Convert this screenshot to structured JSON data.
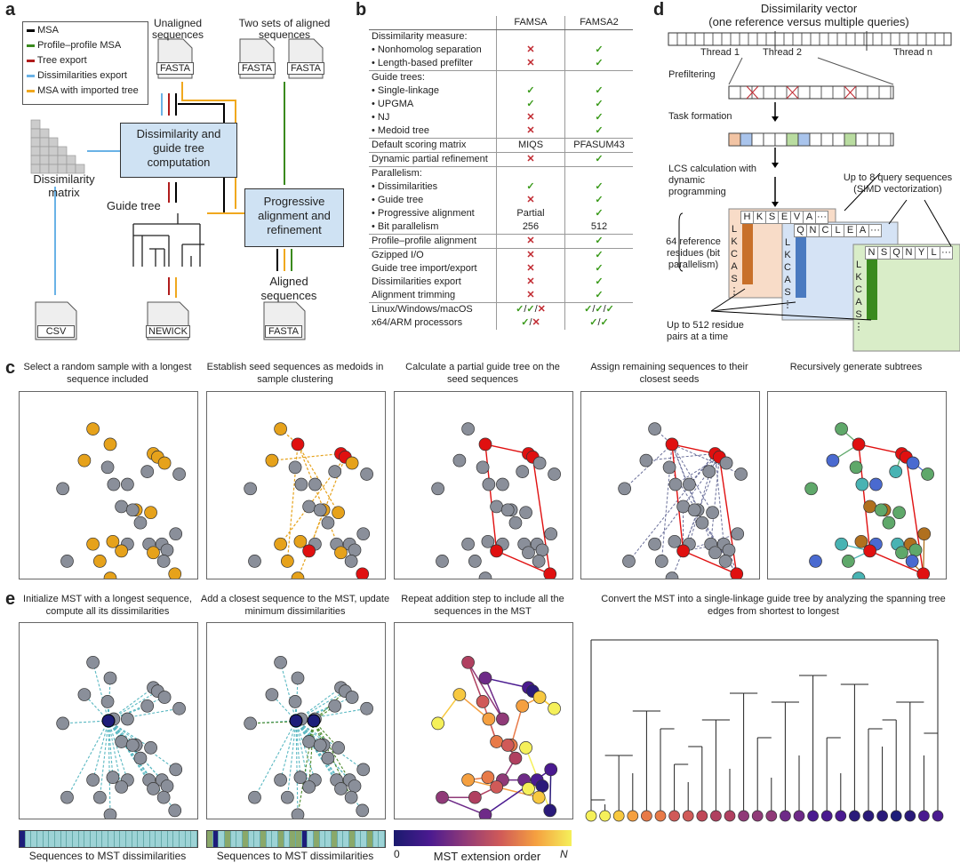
{
  "panel_letters": {
    "a": "a",
    "b": "b",
    "c": "c",
    "d": "d",
    "e": "e"
  },
  "colors": {
    "msa": "#000000",
    "profile": "#3a8a1e",
    "tree_export": "#b01c1c",
    "diss_export": "#6ab2e6",
    "imported_tree": "#f0a81e",
    "node_gray": "#8a8f9a",
    "node_orange": "#e6a21b",
    "node_red": "#e01010",
    "node_navy": "#1d1d7a",
    "box_blue": "#cfe2f3"
  },
  "panel_a": {
    "legend": [
      "MSA",
      "Profile–profile MSA",
      "Tree export",
      "Dissimilarities export",
      "MSA with imported tree"
    ],
    "unaligned": "Unaligned sequences",
    "two_sets": "Two sets of aligned sequences",
    "fasta": "FASTA",
    "box1": "Dissimilarity and guide tree computation",
    "box2": "Progressive alignment and refinement",
    "diss_matrix": "Dissimilarity matrix",
    "guide_tree": "Guide tree",
    "aligned": "Aligned sequences",
    "csv": "CSV",
    "newick": "NEWICK"
  },
  "panel_b": {
    "col1": "FAMSA",
    "col2": "FAMSA2",
    "rows": [
      {
        "label": "Dissimilarity measure:",
        "a": "",
        "b": "",
        "sep": true
      },
      {
        "label": "• Nonhomolog separation",
        "a": "✕",
        "b": "✓"
      },
      {
        "label": "• Length-based prefilter",
        "a": "✕",
        "b": "✓"
      },
      {
        "label": "Guide trees:",
        "a": "",
        "b": "",
        "sep": true
      },
      {
        "label": "• Single-linkage",
        "a": "✓",
        "b": "✓"
      },
      {
        "label": "• UPGMA",
        "a": "✓",
        "b": "✓"
      },
      {
        "label": "• NJ",
        "a": "✕",
        "b": "✓"
      },
      {
        "label": "• Medoid tree",
        "a": "✕",
        "b": "✓"
      },
      {
        "label": "Default scoring matrix",
        "a": "MIQS",
        "b": "PFASUM43",
        "sep": true
      },
      {
        "label": "Dynamic partial refinement",
        "a": "✕",
        "b": "✓",
        "sep": true
      },
      {
        "label": "Parallelism:",
        "a": "",
        "b": "",
        "sep": true
      },
      {
        "label": "• Dissimilarities",
        "a": "✓",
        "b": "✓"
      },
      {
        "label": "• Guide tree",
        "a": "✕",
        "b": "✓"
      },
      {
        "label": "• Progressive alignment",
        "a": "Partial",
        "b": "✓"
      },
      {
        "label": "• Bit parallelism",
        "a": "256",
        "b": "512"
      },
      {
        "label": "Profile–profile alignment",
        "a": "✕",
        "b": "✓",
        "sep": true
      },
      {
        "label": "Gzipped I/O",
        "a": "✕",
        "b": "✓",
        "sep": true
      },
      {
        "label": "Guide tree import/export",
        "a": "✕",
        "b": "✓"
      },
      {
        "label": "Dissimilarities export",
        "a": "✕",
        "b": "✓"
      },
      {
        "label": "Alignment trimming",
        "a": "✕",
        "b": "✓"
      },
      {
        "label": "Linux/Windows/macOS",
        "a": "✓/✓/✕",
        "b": "✓/✓/✓",
        "sep": true
      },
      {
        "label": "x64/ARM processors",
        "a": "✓/✕",
        "b": "✓/✓"
      }
    ]
  },
  "panel_d": {
    "title": "Dissimilarity vector",
    "subtitle": "(one reference versus multiple queries)",
    "thread1": "Thread 1",
    "thread2": "Thread 2",
    "threadn": "Thread n",
    "dots": "···",
    "prefiltering": "Prefiltering",
    "task_formation": "Task formation",
    "lcs": "LCS calculation with dynamic programming",
    "upto8": "Up to 8 query sequences (SIMD vectorization)",
    "ref64": "64 reference residues (bit parallelism)",
    "upto512": "Up to 512 residue pairs at a time",
    "seq1": [
      "H",
      "K",
      "S",
      "E",
      "V",
      "A",
      "···"
    ],
    "seq2": [
      "Q",
      "N",
      "C",
      "L",
      "E",
      "A",
      "···"
    ],
    "seq3": [
      "N",
      "S",
      "Q",
      "N",
      "Y",
      "L",
      "···"
    ],
    "vert": [
      "L",
      "K",
      "C",
      "A",
      "S",
      "⋮"
    ]
  },
  "panel_c": {
    "titles": [
      "Select a random sample with a longest sequence included",
      "Establish seed sequences as medoids in sample clustering",
      "Calculate a partial guide tree on the seed sequences",
      "Assign remaining sequences to their closest seeds",
      "Recursively generate subtrees"
    ]
  },
  "panel_e": {
    "titles": [
      "Initialize MST with a longest sequence, compute all its dissimilarities",
      "Add a closest sequence to the MST, update minimum dissimilarities",
      "Repeat addition step to include all the sequences in the MST",
      "Convert the MST into a single-linkage guide tree by analyzing the spanning tree edges from shortest to longest"
    ],
    "bar_label": "Sequences to MST dissimilarities",
    "scale_min": "0",
    "scale_max": "N",
    "scale_label": "MST extension order"
  }
}
